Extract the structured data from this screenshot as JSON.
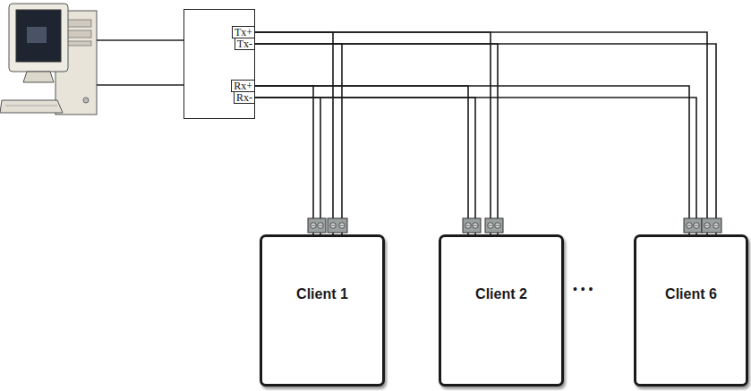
{
  "diagram": {
    "nodes": [
      {
        "text": [
          "Tx+",
          "Tx-",
          "Rx+",
          "Rx-"
        ]
      },
      {
        "text": [
          "Client 1"
        ]
      },
      {
        "text": [
          "Client 2"
        ]
      },
      {
        "text": [
          "Client 6"
        ]
      }
    ],
    "edges": [
      {
        "from": 0,
        "to": 1,
        "arrow": "none"
      },
      {
        "from": 0,
        "to": 1,
        "arrow": "none"
      },
      {
        "from": 0,
        "to": 1,
        "arrow": "none"
      },
      {
        "from": 0,
        "to": 1,
        "arrow": "none"
      },
      {
        "from": 0,
        "to": 2,
        "arrow": "none"
      },
      {
        "from": 0,
        "to": 2,
        "arrow": "none"
      },
      {
        "from": 0,
        "to": 2,
        "arrow": "none"
      },
      {
        "from": 0,
        "to": 2,
        "arrow": "none"
      },
      {
        "from": 0,
        "to": 3,
        "arrow": "none"
      },
      {
        "from": 0,
        "to": 3,
        "arrow": "none"
      },
      {
        "from": 0,
        "to": 3,
        "arrow": "none"
      },
      {
        "from": 0,
        "to": 3,
        "arrow": "none"
      }
    ],
    "labels": [
      "• • •"
    ]
  }
}
